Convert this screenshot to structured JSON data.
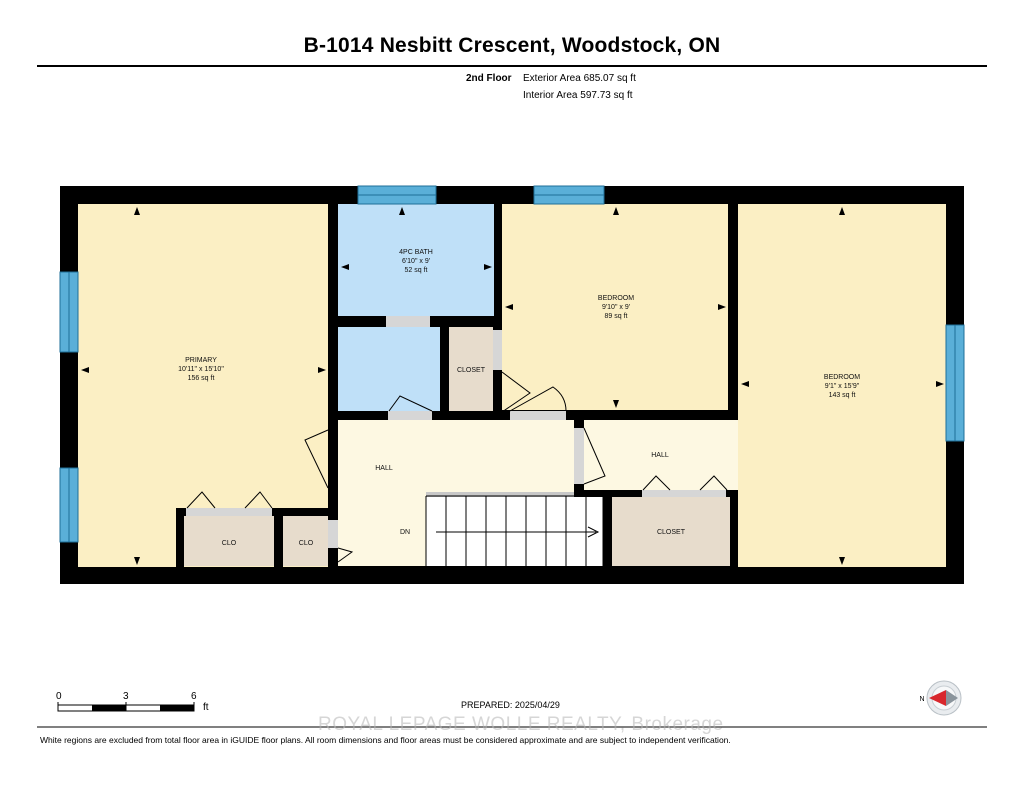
{
  "title": "B-1014 Nesbitt Crescent, Woodstock, ON",
  "floor": {
    "name": "2nd Floor",
    "exterior_area": "Exterior Area 685.07 sq ft",
    "interior_area": "Interior Area 597.73 sq ft"
  },
  "rooms": {
    "primary": {
      "name": "PRIMARY",
      "dims": "10'11\" x 15'10\"",
      "area": "156 sq ft"
    },
    "bath": {
      "name": "4PC BATH",
      "dims": "6'10\" x 9'",
      "area": "52 sq ft"
    },
    "bedroom1": {
      "name": "BEDROOM",
      "dims": "9'10\" x 9'",
      "area": "89 sq ft"
    },
    "bedroom2": {
      "name": "BEDROOM",
      "dims": "9'1\" x 15'9\"",
      "area": "143 sq ft"
    },
    "closet_mid": "CLOSET",
    "closet_right": "CLOSET",
    "hall_left": "HALL",
    "hall_right": "HALL",
    "clo_a": "CLO",
    "clo_b": "CLO",
    "stairs_dn": "DN"
  },
  "scale": {
    "ticks": [
      "0",
      "3",
      "6"
    ],
    "unit": "ft"
  },
  "prepared": "PREPARED: 2025/04/29",
  "compass_label": "N",
  "watermark": "ROYAL LEPAGE WOLLE REALTY, Brokerage",
  "footer_note": "White regions are excluded from total floor area in iGUIDE floor plans. All room dimensions and floor areas must be considered approximate and are subject to independent verification.",
  "colors": {
    "bedroom_fill": "#fbefc4",
    "bath_fill": "#bfe0f8",
    "closet_fill": "#e7dccc",
    "hall_fill": "#fdf8e2",
    "wall": "#000000",
    "window": "#5aafd8",
    "compass_red": "#d8272d"
  }
}
